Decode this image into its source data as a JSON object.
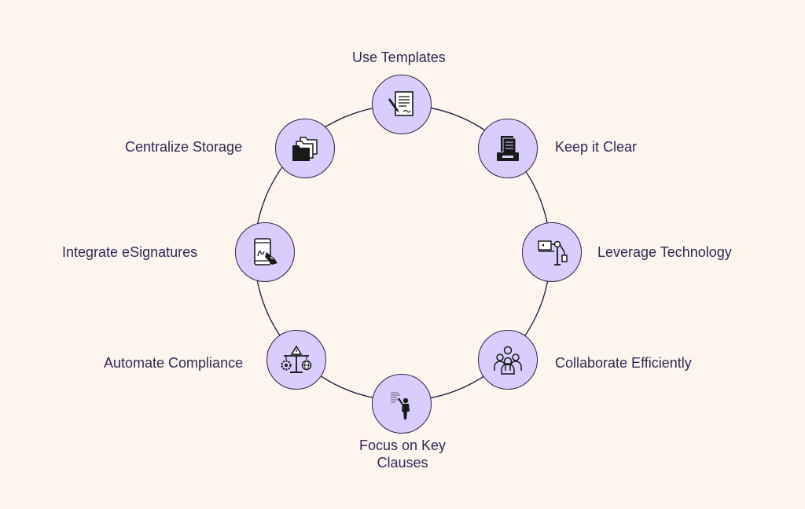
{
  "colors": {
    "background": "#fdf5ee",
    "node_fill": "#d8cdfd",
    "stroke": "#2c2145",
    "text": "#2f2856"
  },
  "nodes": [
    {
      "id": "use-templates",
      "label": "Use Templates",
      "icon": "document-pen-icon"
    },
    {
      "id": "keep-it-clear",
      "label": "Keep it Clear",
      "icon": "paper-stack-icon"
    },
    {
      "id": "leverage-technology",
      "label": "Leverage Technology",
      "icon": "robot-arm-icon"
    },
    {
      "id": "collaborate-efficiently",
      "label": "Collaborate Efficiently",
      "icon": "team-icon"
    },
    {
      "id": "focus-key-clauses",
      "label": "Focus on Key Clauses",
      "icon": "presenter-board-icon"
    },
    {
      "id": "automate-compliance",
      "label": "Automate Compliance",
      "icon": "scale-gear-icon"
    },
    {
      "id": "integrate-esignatures",
      "label": "Integrate eSignatures",
      "icon": "tablet-signature-icon"
    },
    {
      "id": "centralize-storage",
      "label": "Centralize Storage",
      "icon": "folders-icon"
    }
  ]
}
